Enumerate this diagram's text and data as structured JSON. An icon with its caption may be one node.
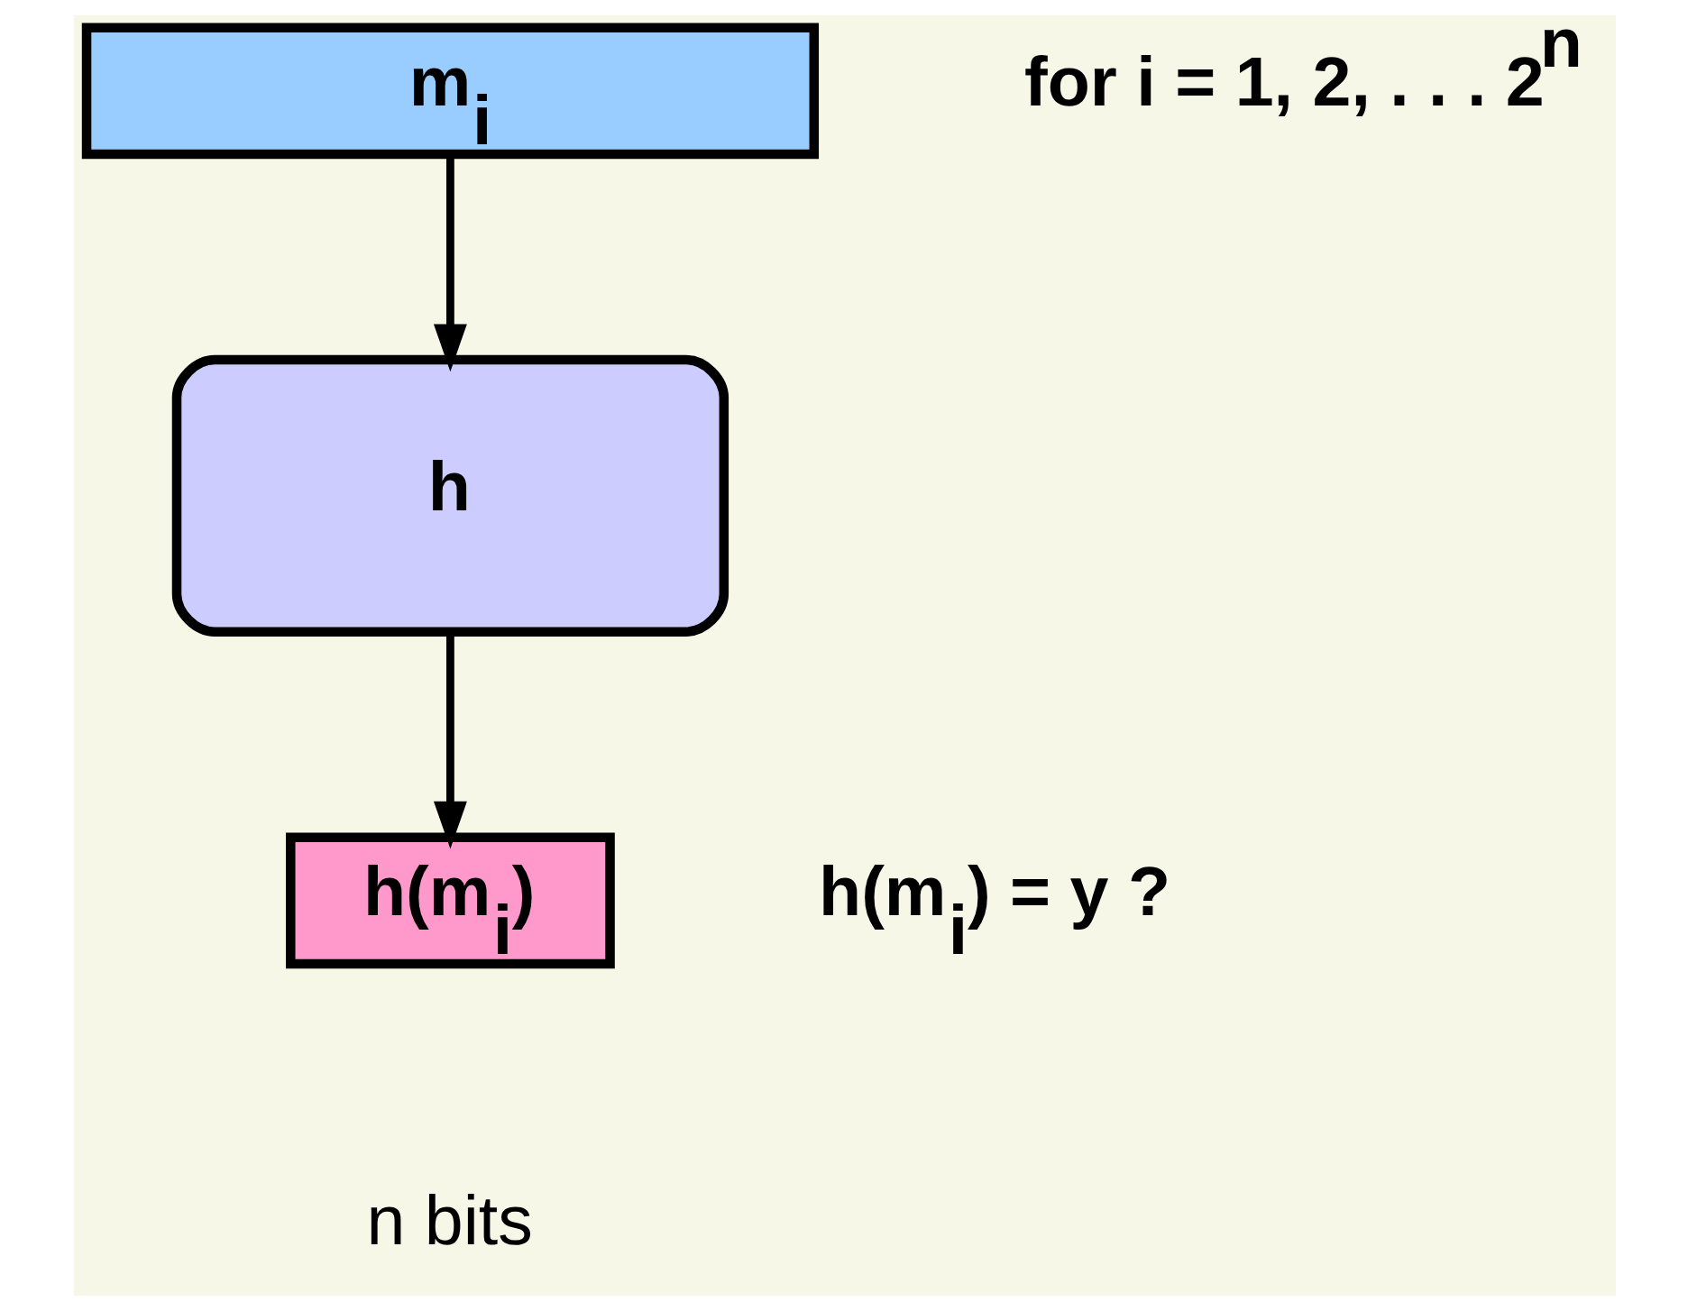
{
  "diagram": {
    "nodes": [
      {
        "text": [
          "m$_{i}$"
        ]
      },
      {
        "text": [
          "h"
        ]
      },
      {
        "text": [
          "h(m$_{i}$)"
        ]
      }
    ],
    "edges": [
      {
        "from": 0,
        "to": 1,
        "arrow": "to"
      },
      {
        "from": 1,
        "to": 2,
        "arrow": "to"
      }
    ],
    "labels": [
      "for i = 1, 2, . . . 2$^{n}$",
      "h(m$_{i}$) = y ?",
      "n bits"
    ]
  }
}
